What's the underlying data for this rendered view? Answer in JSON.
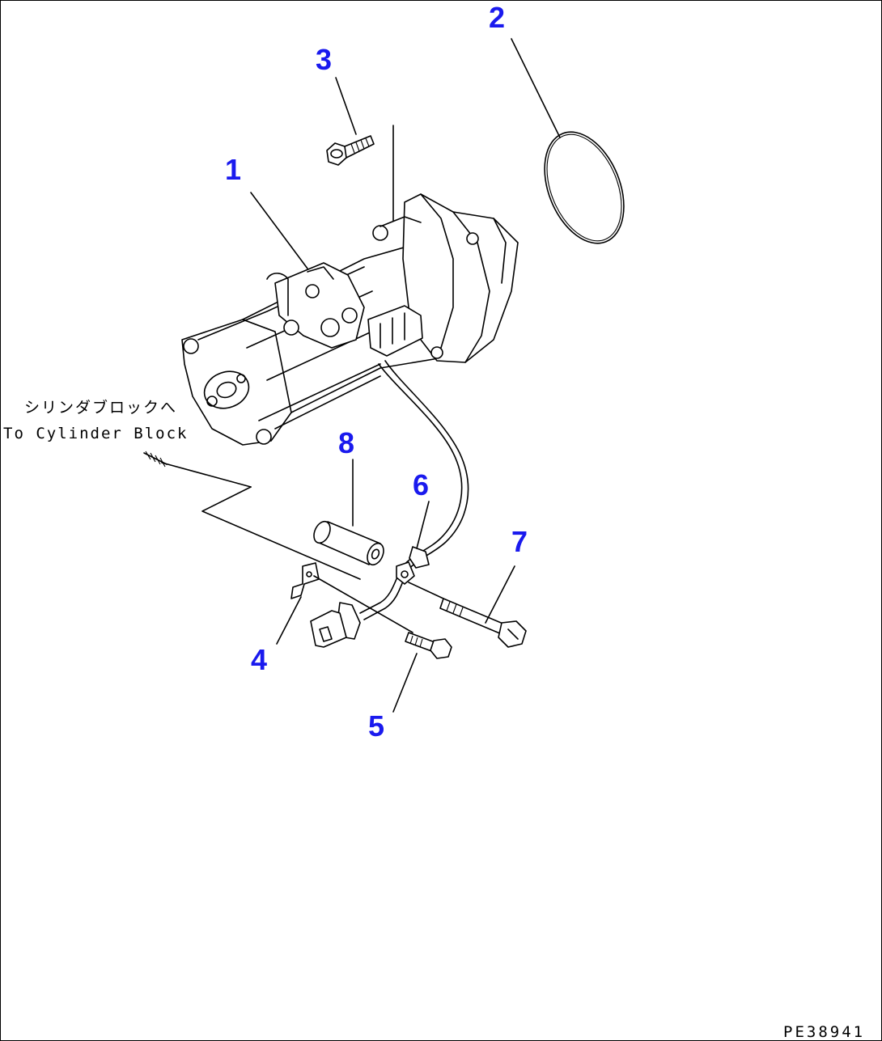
{
  "callouts": {
    "c1": "1",
    "c2": "2",
    "c3": "3",
    "c4": "4",
    "c5": "5",
    "c6": "6",
    "c7": "7",
    "c8": "8"
  },
  "note": {
    "japanese": "シリンダブロックへ",
    "english": "To Cylinder Block"
  },
  "drawing_number": "PE38941",
  "colors": {
    "callout": "#1a1aee",
    "line": "#000000",
    "background": "#ffffff"
  }
}
